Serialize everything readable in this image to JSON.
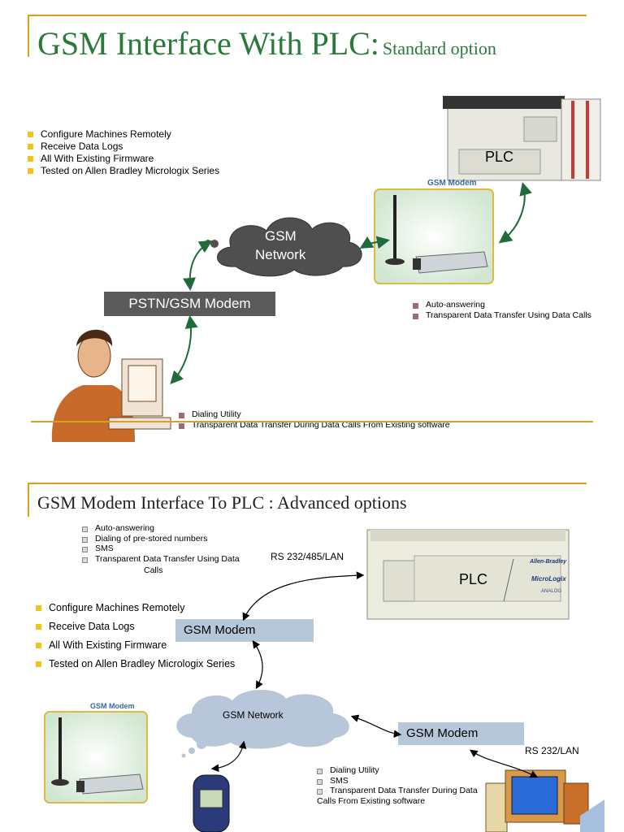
{
  "slide1": {
    "title_main": "GSM Interface With PLC:",
    "title_sub": "Standard option",
    "features": [
      "Configure Machines Remotely",
      "Receive Data Logs",
      "All With Existing Firmware",
      "Tested on Allen Bradley Micrologix Series"
    ],
    "plc_label": "PLC",
    "gsm_modem_caption": "GSM Modem",
    "cloud_label_line1": "GSM",
    "cloud_label_line2": "Network",
    "pstn_label": "PSTN/GSM Modem",
    "modem_notes": [
      "Auto-answering",
      "Transparent Data Transfer Using Data Calls"
    ],
    "pc_notes": [
      "Dialing Utility",
      "Transparent Data Transfer During Data Calls From  Existing software"
    ]
  },
  "slide2": {
    "title_main": "GSM Modem Interface To PLC",
    "title_sep": " : ",
    "title_sub": "Advanced options",
    "top_notes": [
      "Auto-answering",
      "Dialing of pre-stored numbers",
      "SMS",
      "Transparent Data Transfer Using Data"
    ],
    "top_notes_cont": "Calls",
    "features": [
      "Configure Machines Remotely",
      "Receive Data Logs",
      "All With Existing Firmware",
      "Tested on Allen Bradley Micrologix Series"
    ],
    "rs_top": "RS 232/485/LAN",
    "plc_label": "PLC",
    "plc_brand": "Allen-Bradley",
    "plc_model": "MicroLogix",
    "plc_analog": "ANALOG",
    "gsm_modem_1": "GSM Modem",
    "cloud_label": "GSM Network",
    "gsm_modem_2": "GSM Modem",
    "rs_bottom": "RS 232/LAN",
    "gsm_modem_caption": "GSM Modem",
    "bottom_notes": [
      "Dialing Utility",
      "SMS",
      "Transparent Data Transfer During Data"
    ],
    "bottom_notes_cont": "Calls From  Existing software"
  },
  "colors": {
    "accent_gold": "#d9a21b",
    "title_green": "#2a7a3a",
    "arrow_green": "#1f6b3a",
    "banner_blue": "#b8c6da",
    "pstn_gray": "#5a5a5a"
  }
}
